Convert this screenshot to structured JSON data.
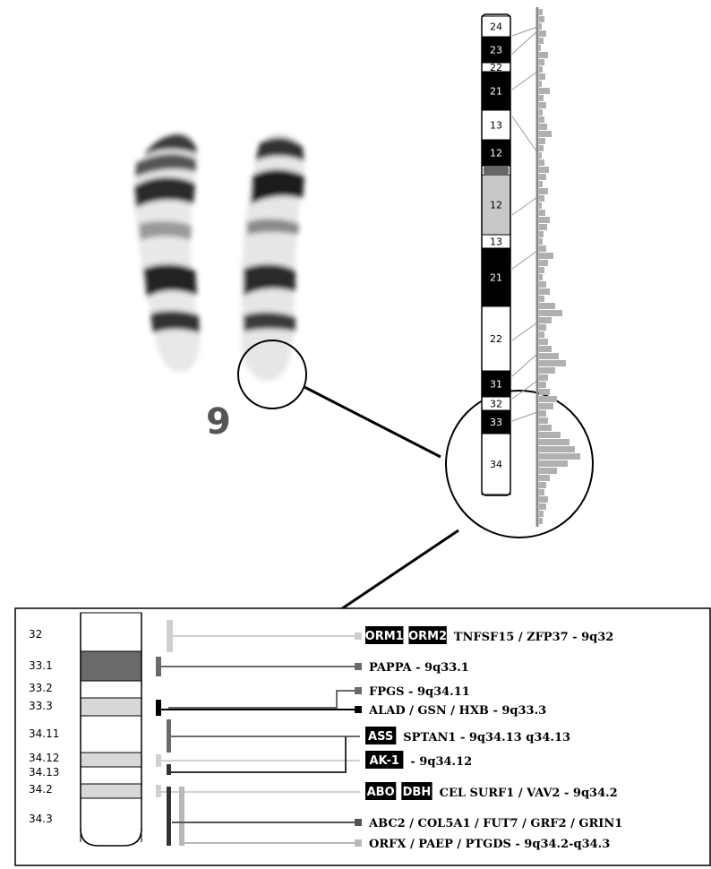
{
  "photo_label": "9",
  "ideogram": {
    "p_arm": [
      {
        "label": "24",
        "fill": "#ffffff",
        "text": "#000000"
      },
      {
        "label": "23",
        "fill": "#000000",
        "text": "#ffffff"
      },
      {
        "label": "22",
        "fill": "#ffffff",
        "text": "#000000"
      },
      {
        "label": "21",
        "fill": "#000000",
        "text": "#ffffff"
      },
      {
        "label": "13",
        "fill": "#ffffff",
        "text": "#000000"
      },
      {
        "label": "12",
        "fill": "#000000",
        "text": "#ffffff"
      }
    ],
    "q_arm": [
      {
        "label": "12",
        "fill": "#c8c8c8",
        "text": "#000000"
      },
      {
        "label": "13",
        "fill": "#ffffff",
        "text": "#000000"
      },
      {
        "label": "21",
        "fill": "#000000",
        "text": "#ffffff"
      },
      {
        "label": "22",
        "fill": "#ffffff",
        "text": "#000000"
      },
      {
        "label": "31",
        "fill": "#000000",
        "text": "#ffffff"
      },
      {
        "label": "32",
        "fill": "#ffffff",
        "text": "#000000"
      },
      {
        "label": "33",
        "fill": "#000000",
        "text": "#ffffff"
      },
      {
        "label": "34",
        "fill": "#ffffff",
        "text": "#000000"
      }
    ]
  },
  "detail": {
    "bands": [
      "32",
      "33.1",
      "33.2",
      "33.3",
      "34.11",
      "34.12",
      "34.13",
      "34.2",
      "34.3"
    ],
    "genes": [
      {
        "badges": [
          "ORM1",
          "ORM2"
        ],
        "text": "TNFSF15 / ZFP37 - 9q32"
      },
      {
        "badges": [],
        "text": "PAPPA - 9q33.1"
      },
      {
        "badges": [],
        "text": "FPGS - 9q34.11"
      },
      {
        "badges": [],
        "text": "ALAD / GSN / HXB - 9q33.3"
      },
      {
        "badges": [
          "ASS"
        ],
        "text": "SPTAN1 - 9q34.13  q34.13"
      },
      {
        "badges": [
          "AK-1"
        ],
        "text": "- 9q34.12"
      },
      {
        "badges": [
          "ABO",
          "DBH"
        ],
        "text": "CEL SURF1 / VAV2 - 9q34.2"
      },
      {
        "badges": [],
        "text": "ABC2 / COL5A1 / FUT7 / GRF2 / GRIN1"
      },
      {
        "badges": [],
        "text": "ORFX / PAEP / PTGDS - 9q34.2-q34.3"
      }
    ]
  }
}
